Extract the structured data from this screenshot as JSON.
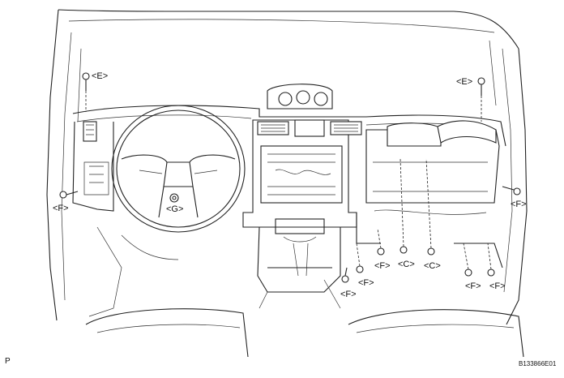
{
  "labels": {
    "e_left": "<E>",
    "e_right": "<E>",
    "f_left": "<F>",
    "g_center": "<G>",
    "f_right": "<F>",
    "f_low1": "<F>",
    "c_low1": "<C>",
    "c_low2": "<C>",
    "f_low2": "<F>",
    "f_low3": "<F>",
    "f_low4": "<F>",
    "f_low5": "<F>"
  },
  "figure_code": "B133866E01",
  "corner_mark": "P"
}
